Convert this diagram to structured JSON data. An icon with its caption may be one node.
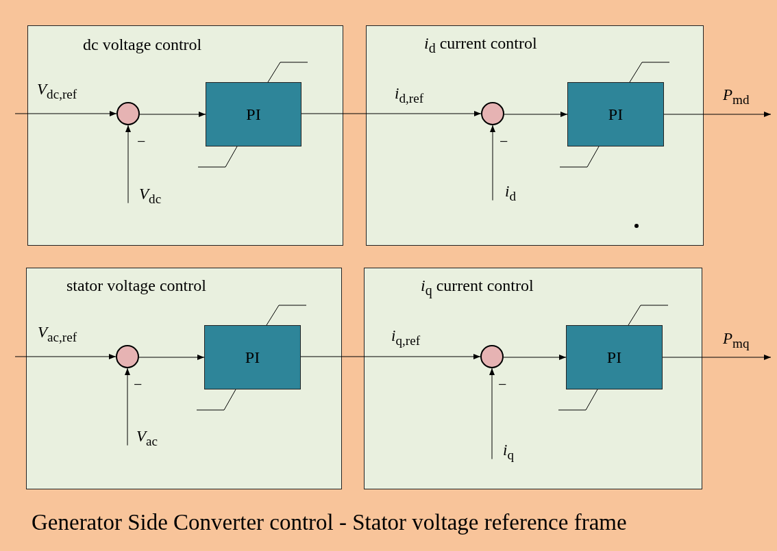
{
  "diagram": {
    "caption": "Generator Side Converter control - Stator voltage reference frame",
    "nodes": [
      {
        "text": [
          "dc voltage control"
        ]
      },
      {
        "text": [],
        "shape": "circle",
        "in": 0
      },
      {
        "text": [
          "PI"
        ],
        "in": 0
      },
      {
        "text": [
          "*V*$_{dc}$"
        ],
        "in": 0
      },
      {
        "text": [
          "*i*$_{d}$ current control"
        ]
      },
      {
        "text": [],
        "shape": "circle",
        "in": 4
      },
      {
        "text": [
          "PI"
        ],
        "in": 4
      },
      {
        "text": [
          "*i*$_{d}$"
        ],
        "in": 4
      },
      {
        "text": [
          "stator voltage control"
        ]
      },
      {
        "text": [],
        "shape": "circle",
        "in": 8
      },
      {
        "text": [
          "PI"
        ],
        "in": 8
      },
      {
        "text": [
          "*V*$_{ac}$"
        ],
        "in": 8
      },
      {
        "text": [
          "*i*$_{q}$ current control"
        ]
      },
      {
        "text": [],
        "shape": "circle",
        "in": 12
      },
      {
        "text": [
          "PI"
        ],
        "in": 12
      },
      {
        "text": [
          "*i*$_{q}$"
        ],
        "in": 12
      }
    ],
    "edges": [
      {
        "from": null,
        "to": 1,
        "arrow": "to",
        "label": "*V*$_{dc,ref}$"
      },
      {
        "from": 3,
        "to": 1,
        "arrow": "to"
      },
      {
        "from": 1,
        "to": 2,
        "arrow": "to"
      },
      {
        "from": 2,
        "to": 5,
        "arrow": "to",
        "label": "*i*$_{d,ref}$"
      },
      {
        "from": 7,
        "to": 5,
        "arrow": "to"
      },
      {
        "from": 5,
        "to": 6,
        "arrow": "to"
      },
      {
        "from": 6,
        "to": null,
        "arrow": "to",
        "label": "*P*$_{md}$"
      },
      {
        "from": null,
        "to": 9,
        "arrow": "to",
        "label": "*V*$_{ac,ref}$"
      },
      {
        "from": 11,
        "to": 9,
        "arrow": "to"
      },
      {
        "from": 9,
        "to": 10,
        "arrow": "to"
      },
      {
        "from": 10,
        "to": 13,
        "arrow": "to",
        "label": "*i*$_{q,ref}$"
      },
      {
        "from": 15,
        "to": 13,
        "arrow": "to"
      },
      {
        "from": 13,
        "to": 14,
        "arrow": "to"
      },
      {
        "from": 14,
        "to": null,
        "arrow": "to",
        "label": "*P*$_{mq}$"
      }
    ],
    "labels": [
      "−",
      "−",
      "−",
      "−"
    ]
  }
}
